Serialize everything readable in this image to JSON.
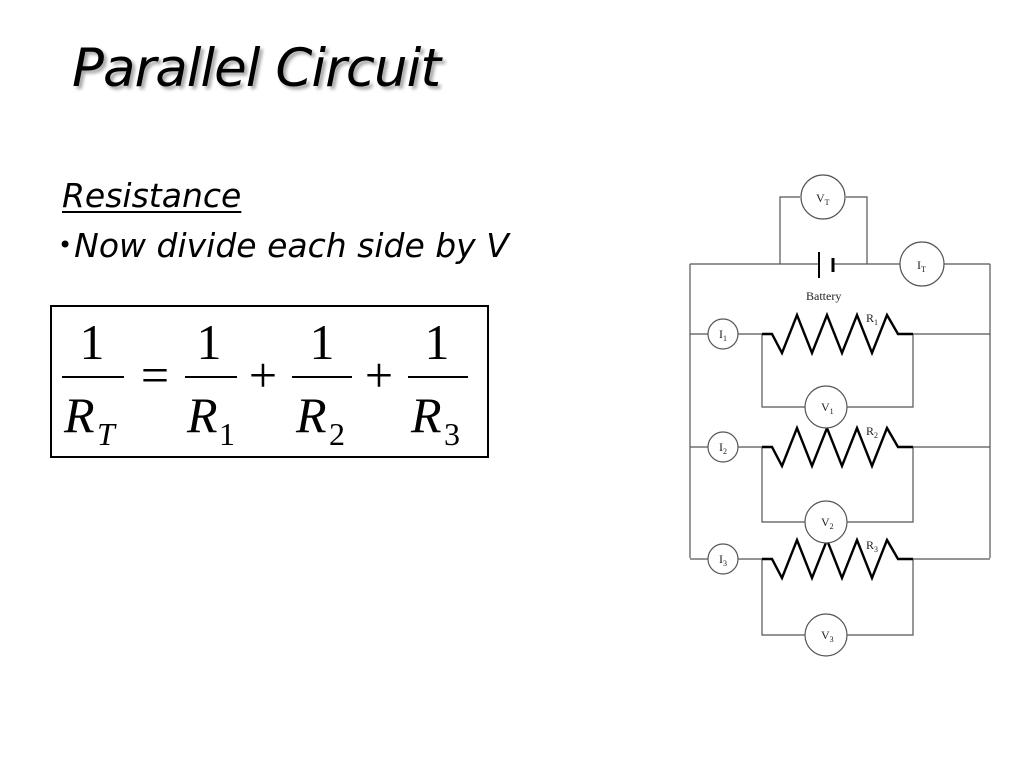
{
  "slide": {
    "title": "Parallel Circuit",
    "subheading": "Resistance",
    "bullet": "Now divide each side by V",
    "bullet_symbol": "•"
  },
  "equation": {
    "numerator": "1",
    "equals": "=",
    "plus": "+",
    "r_symbol": "R",
    "total_sub": "T",
    "sub1": "1",
    "sub2": "2",
    "sub3": "3"
  },
  "circuit": {
    "battery_label": "Battery",
    "voltmeter_symbol": "V",
    "ammeter_symbol": "I",
    "resistor_symbol": "R",
    "total_sub": "T",
    "branch_subs": [
      "1",
      "2",
      "3"
    ],
    "wire_color": "#555555"
  }
}
